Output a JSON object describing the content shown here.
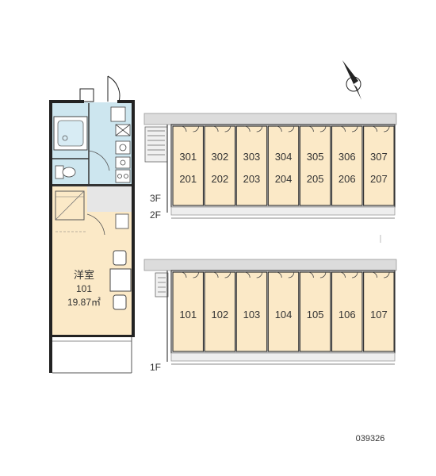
{
  "unit_plan": {
    "room_type": "洋室",
    "room_number": "101",
    "area": "19.87㎡"
  },
  "upper_block": {
    "floor_labels": [
      "3F",
      "2F"
    ],
    "units_3f": [
      "301",
      "302",
      "303",
      "304",
      "305",
      "306",
      "307"
    ],
    "units_2f": [
      "201",
      "202",
      "203",
      "204",
      "205",
      "206",
      "207"
    ]
  },
  "lower_block": {
    "floor_label": "1F",
    "units_1f": [
      "101",
      "102",
      "103",
      "104",
      "105",
      "106",
      "107"
    ]
  },
  "reference_code": "039326",
  "icons": [
    "compass-north-icon"
  ],
  "colors": {
    "unit_fill": "#fbe9c7",
    "wet_area_fill": "#cde6ef",
    "corridor_fill": "#dcdcdc",
    "wall": "#222222"
  }
}
